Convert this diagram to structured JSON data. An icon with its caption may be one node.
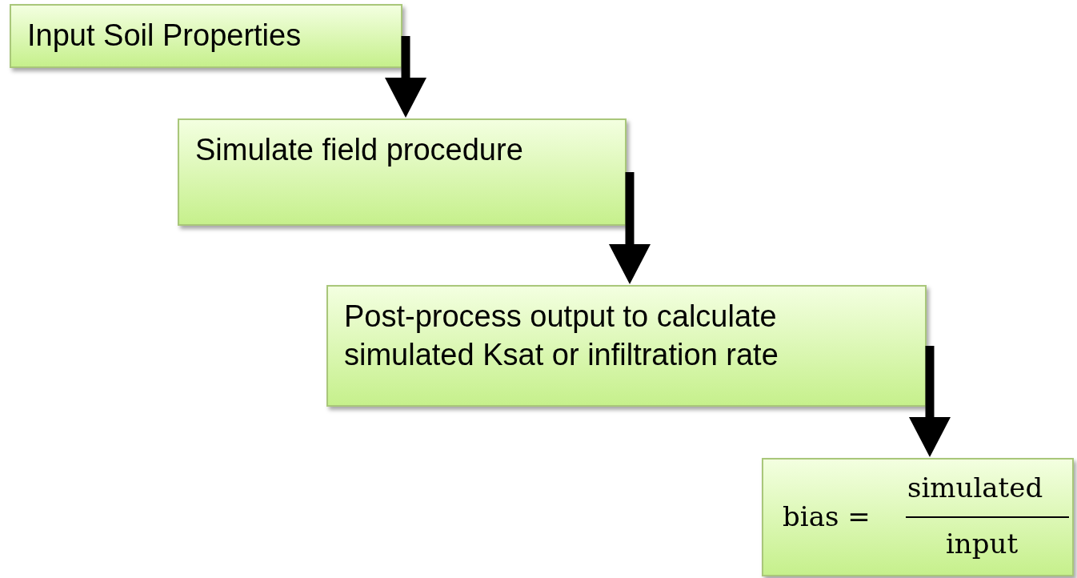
{
  "diagram": {
    "nodes": [
      {
        "text": [
          "Input Soil Properties"
        ]
      },
      {
        "text": [
          "Simulate field procedure"
        ]
      },
      {
        "text": [
          "Post-process output to calculate simulated Ksat or infiltration rate"
        ]
      },
      {
        "text": [
          "bias =",
          "simulated",
          "input"
        ]
      }
    ],
    "edges": [
      {
        "from": 0,
        "to": 1,
        "arrow": "to"
      },
      {
        "from": 1,
        "to": 2,
        "arrow": "to"
      },
      {
        "from": 2,
        "to": 3,
        "arrow": "to"
      }
    ]
  }
}
